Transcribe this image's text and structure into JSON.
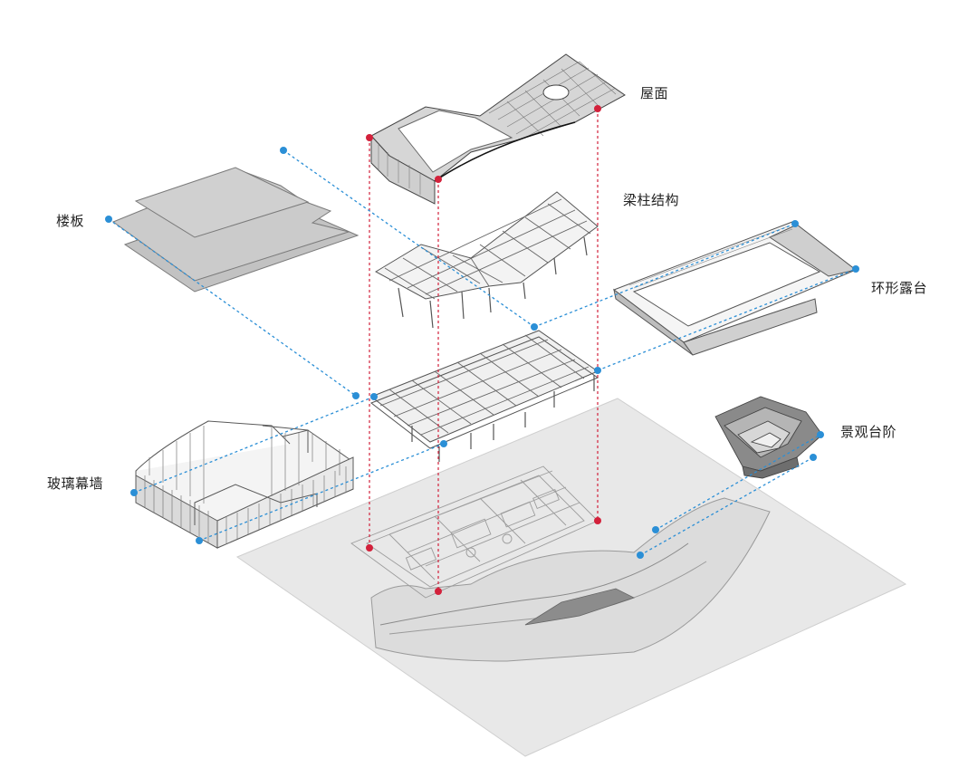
{
  "diagram": {
    "type": "exploded axonometric architectural diagram",
    "labels": {
      "roof": "屋面",
      "beam_column": "梁柱结构",
      "floor_slab": "楼板",
      "ring_terrace": "环形露台",
      "landscape_steps": "景观台阶",
      "glass_curtain_wall": "玻璃幕墙"
    },
    "colors": {
      "red_guide": "#d3213b",
      "blue_guide": "#2b8fd6",
      "site_plane": "#e6e6e6",
      "slab": "#bdbdbd",
      "structure_line": "#555555",
      "text": "#222222"
    }
  }
}
